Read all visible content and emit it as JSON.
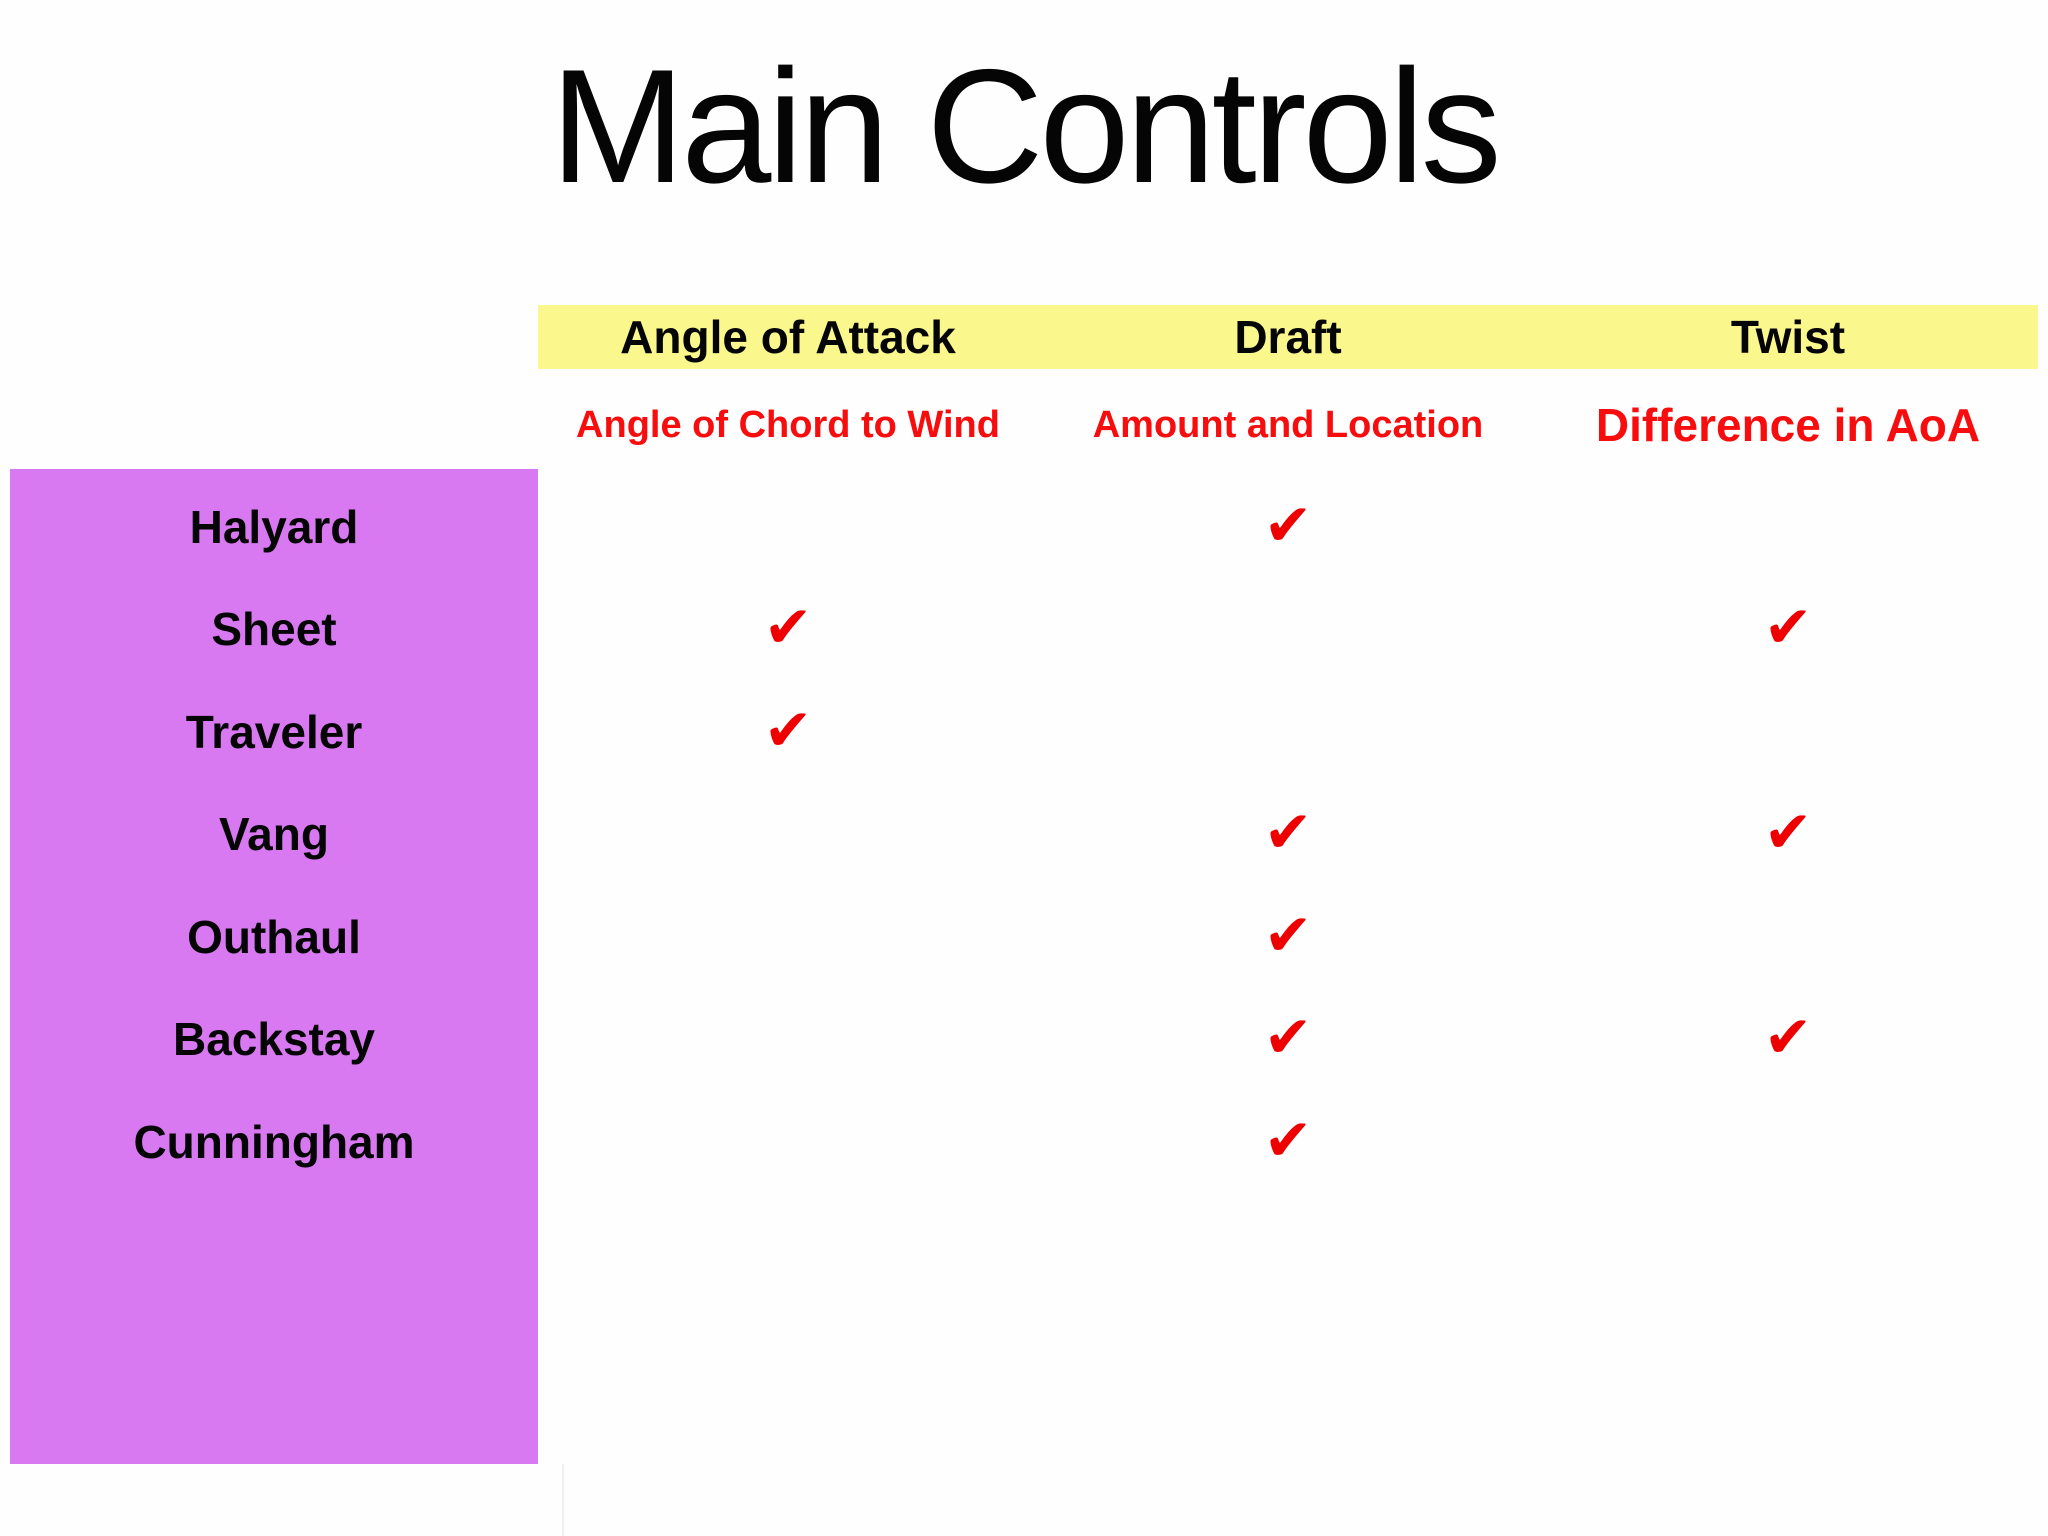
{
  "slide": {
    "title": "Main Controls",
    "columns": [
      {
        "header": "Angle of Attack",
        "subtitle": "Angle of Chord to Wind"
      },
      {
        "header": "Draft",
        "subtitle": "Amount and Location"
      },
      {
        "header": "Twist",
        "subtitle": "Difference in AoA"
      }
    ],
    "rows": [
      {
        "label": "Halyard",
        "checks": [
          false,
          true,
          false
        ]
      },
      {
        "label": "Sheet",
        "checks": [
          true,
          false,
          true
        ]
      },
      {
        "label": "Traveler",
        "checks": [
          true,
          false,
          false
        ]
      },
      {
        "label": "Vang",
        "checks": [
          false,
          true,
          true
        ]
      },
      {
        "label": "Outhaul",
        "checks": [
          false,
          true,
          false
        ]
      },
      {
        "label": "Backstay",
        "checks": [
          false,
          true,
          true
        ]
      },
      {
        "label": "Cunningham",
        "checks": [
          false,
          true,
          false
        ]
      }
    ],
    "check_glyph": "✔",
    "colors": {
      "header_bg": "#faf78c",
      "sidebar_bg": "#d879f2",
      "subtitle_red": "#f70d0d",
      "check_red": "#ee0000",
      "text_black": "#050505"
    }
  }
}
